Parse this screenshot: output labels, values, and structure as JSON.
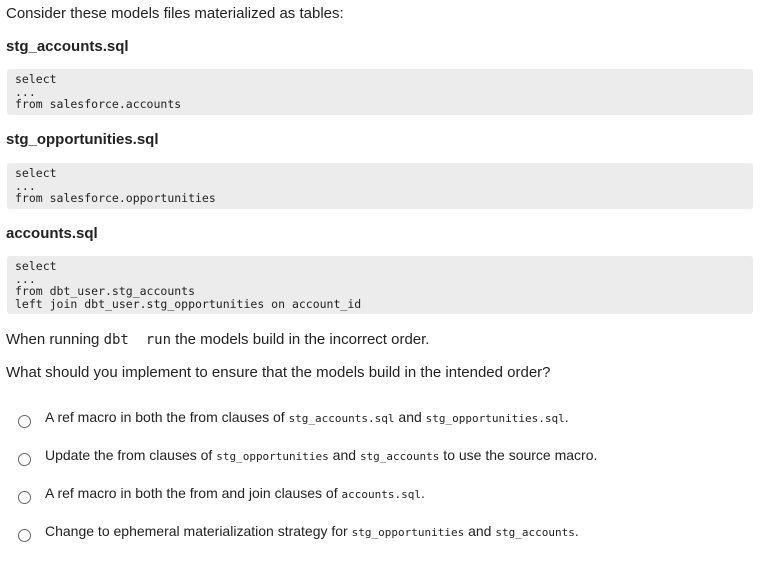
{
  "intro": "Consider these models files materialized as tables:",
  "files": [
    {
      "name": "stg_accounts.sql",
      "code": "select\n...\nfrom salesforce.accounts"
    },
    {
      "name": "stg_opportunities.sql",
      "code": "select\n...\nfrom salesforce.opportunities"
    },
    {
      "name": "accounts.sql",
      "code": "select\n...\nfrom dbt_user.stg_accounts\nleft join dbt_user.stg_opportunities on account_id"
    }
  ],
  "statement": {
    "pre": "When running ",
    "code": "dbt  run",
    "post": " the models build in the incorrect order."
  },
  "question": "What should you implement to ensure that the models build in the intended order?",
  "options": [
    {
      "t1": "A ref macro in both the from clauses of ",
      "c1": "stg_accounts.sql",
      "t2": " and ",
      "c2": "stg_opportunities.sql",
      "t3": "."
    },
    {
      "t1": "Update the from clauses of ",
      "c1": "stg_opportunities",
      "t2": " and ",
      "c2": "stg_accounts",
      "t3": " to use the source macro."
    },
    {
      "t1": "A ref macro in both the from and join clauses of ",
      "c1": "accounts.sql",
      "t2": ".",
      "c2": "",
      "t3": ""
    },
    {
      "t1": "Change to ephemeral materialization strategy for ",
      "c1": "stg_opportunities",
      "t2": " and ",
      "c2": "stg_accounts",
      "t3": "."
    }
  ]
}
